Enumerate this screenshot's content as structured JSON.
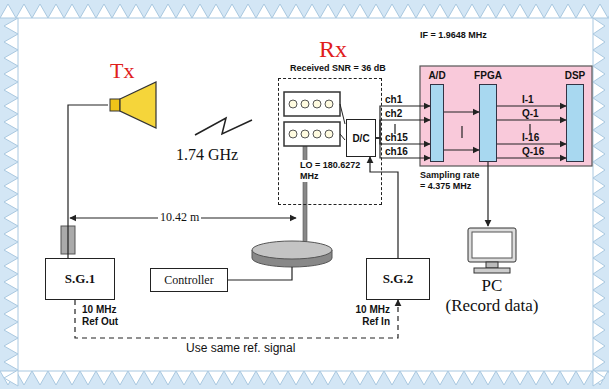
{
  "diagram": {
    "nodes": [
      {
        "text": [
          "Tx"
        ]
      },
      {
        "text": [
          "Rx"
        ]
      },
      {
        "text": [
          "D/C"
        ],
        "in": 1
      },
      {
        "text": [
          "A/D"
        ]
      },
      {
        "text": [
          "FPGA"
        ]
      },
      {
        "text": [
          "DSP"
        ]
      },
      {
        "text": [
          "PC",
          "(Record data)"
        ]
      },
      {
        "text": [
          "S.G.1"
        ]
      },
      {
        "text": [
          "Controller"
        ]
      },
      {
        "text": [
          "S.G.2"
        ]
      }
    ],
    "edges": [
      {
        "from": 2,
        "to": 3,
        "arrow": "to",
        "label": "ch1"
      },
      {
        "from": 2,
        "to": 3,
        "arrow": "to",
        "label": "ch2"
      },
      {
        "from": 2,
        "to": 3,
        "arrow": "to",
        "label": "ch15"
      },
      {
        "from": 2,
        "to": 3,
        "arrow": "to",
        "label": "ch16"
      },
      {
        "from": 3,
        "to": 4,
        "arrow": "to"
      },
      {
        "from": 3,
        "to": 4,
        "arrow": "to"
      },
      {
        "from": 4,
        "to": 5,
        "arrow": "to",
        "label": "I-1"
      },
      {
        "from": 4,
        "to": 5,
        "arrow": "to",
        "label": "Q-1"
      },
      {
        "from": 4,
        "to": 5,
        "arrow": "to",
        "label": "I-16"
      },
      {
        "from": 4,
        "to": 5,
        "arrow": "to",
        "label": "Q-16"
      },
      {
        "from": 4,
        "to": 6,
        "arrow": "to"
      },
      {
        "from": 7,
        "to": 0,
        "arrow": "none"
      },
      {
        "from": 9,
        "to": 2,
        "arrow": "to"
      },
      {
        "from": 7,
        "to": 9,
        "arrow": "to",
        "label": "Use same ref. signal"
      }
    ],
    "labels": [
      "Received SNR = 36 dB",
      "IF = 1.9648 MHz",
      "1.74 GHz",
      "LO = 180.6272 MHz",
      "Sampling rate = 4.375 MHz",
      "10.42 m",
      "10 MHz Ref Out",
      "10 MHz Ref In"
    ]
  }
}
